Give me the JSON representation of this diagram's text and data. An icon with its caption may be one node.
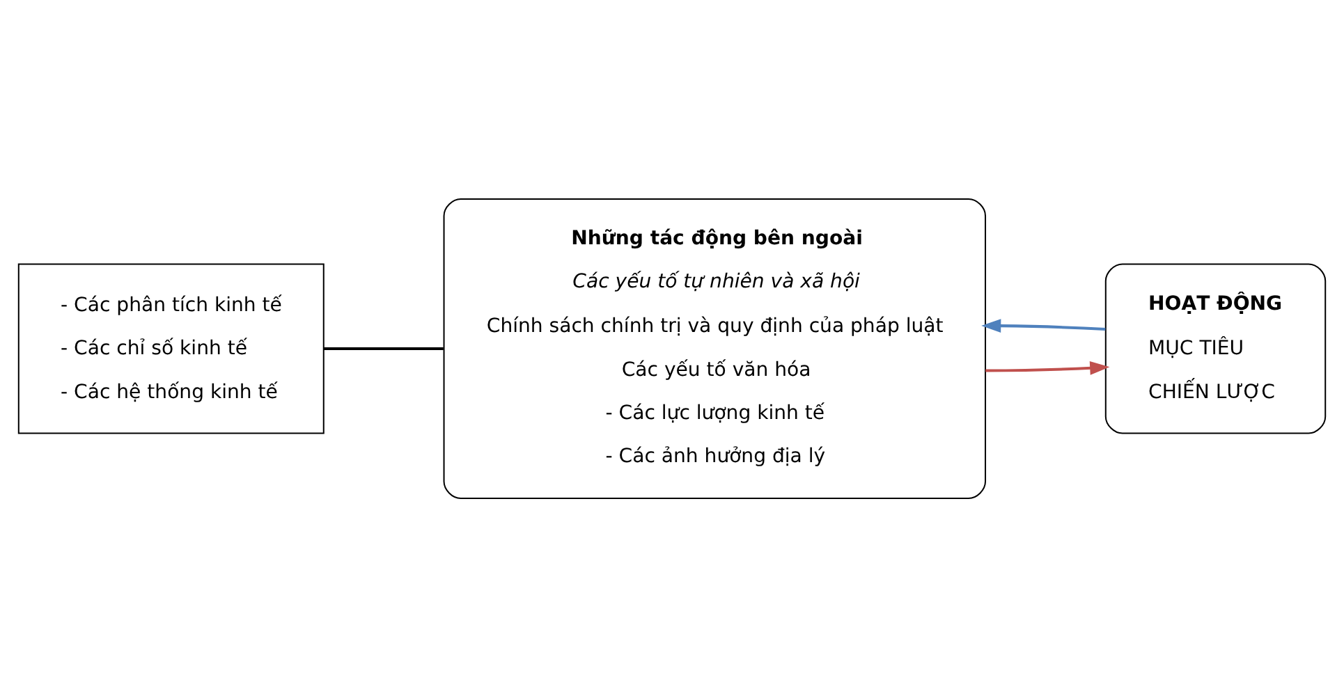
{
  "diagram": {
    "nodes": [
      {
        "text": [
          "Những tác động bên ngoài",
          "Các yếu tố tự nhiên và xã hội",
          "Chính sách chính trị và quy định của pháp luật",
          "Các yếu tố văn hóa",
          "- Các lực lượng kinh tế",
          "- Các ảnh hưởng địa lý"
        ]
      },
      {
        "text": [
          "HOẠT ĐỘNG",
          "MỤC TIÊU",
          "CHIẾN LƯỢC"
        ]
      },
      {
        "text": [
          "- Các phân tích kinh tế",
          "- Các chỉ số kinh tế",
          "- Các hệ thống kinh tế"
        ]
      }
    ],
    "edges": [
      {
        "from": 0,
        "to": 1,
        "arrow": "to",
        "color": "#c0504d"
      },
      {
        "from": 1,
        "to": 0,
        "arrow": "to",
        "color": "#4f81bd"
      },
      {
        "from": 2,
        "to": 0,
        "arrow": "none",
        "color": "#000000"
      }
    ]
  }
}
